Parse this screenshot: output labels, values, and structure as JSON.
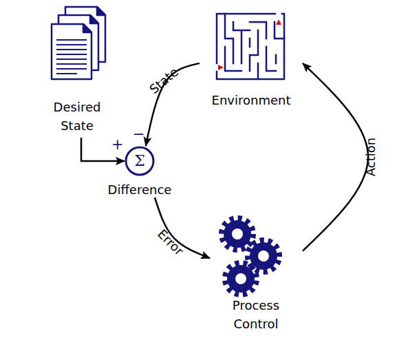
{
  "diagram": {
    "nodes": [
      {
        "text": [
          "Desired State"
        ]
      },
      {
        "text": [
          "Environment"
        ]
      },
      {
        "text": [
          "Σ",
          "Difference"
        ]
      },
      {
        "text": [
          "Process Control"
        ]
      }
    ],
    "edges": [
      {
        "from": 1,
        "to": 2,
        "label": "State",
        "arrow": "to"
      },
      {
        "from": 0,
        "to": 2,
        "arrow": "to"
      },
      {
        "from": 2,
        "to": 3,
        "label": "Error",
        "arrow": "to"
      },
      {
        "from": 3,
        "to": 1,
        "label": "Action",
        "arrow": "to"
      }
    ],
    "labels": [
      "+",
      "−"
    ]
  }
}
